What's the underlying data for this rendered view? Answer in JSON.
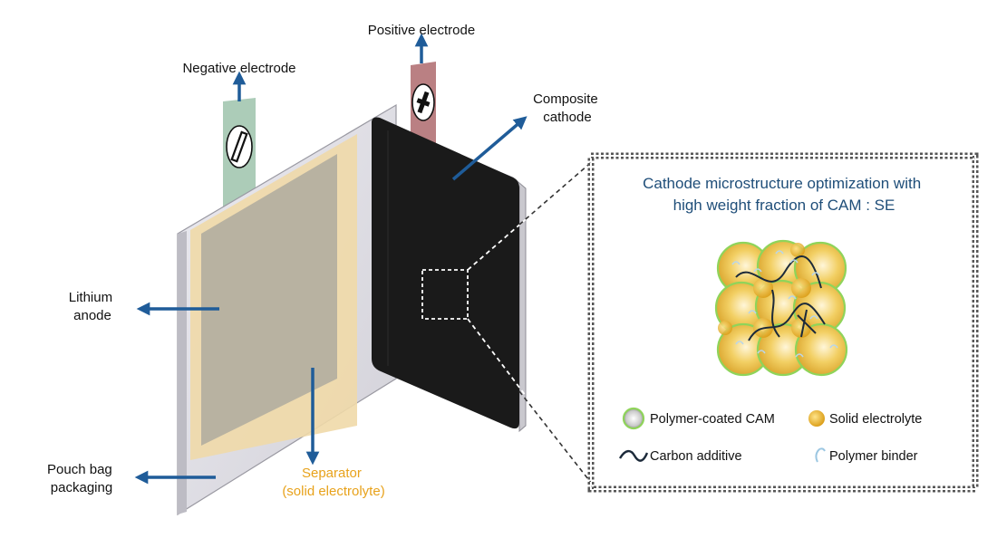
{
  "labels": {
    "negative_electrode": "Negative electrode",
    "positive_electrode": "Positive electrode",
    "composite_cathode": [
      "Composite",
      "cathode"
    ],
    "lithium_anode": [
      "Lithium",
      "anode"
    ],
    "pouch_bag": [
      "Pouch bag",
      "packaging"
    ],
    "separator": [
      "Separator",
      "(solid electrolyte)"
    ]
  },
  "terminal_symbols": {
    "negative": "minus",
    "positive": "plus"
  },
  "inset": {
    "title": [
      "Cathode microstructure optimization with",
      "high weight fraction of CAM : SE"
    ],
    "legend": [
      {
        "icon": "polymer-coated-cam-icon",
        "label": "Polymer-coated CAM"
      },
      {
        "icon": "solid-electrolyte-icon",
        "label": "Solid electrolyte"
      },
      {
        "icon": "carbon-additive-icon",
        "label": "Carbon additive"
      },
      {
        "icon": "polymer-binder-icon",
        "label": "Polymer binder"
      }
    ]
  },
  "colors": {
    "arrow": "#1f5c99",
    "title": "#1f4e79",
    "separator_label": "#e8a21b",
    "cathode": "#1a1a1a",
    "separator_film": "#e9c98a",
    "anode": "#a6a49c",
    "pouch": "#d9d8de",
    "negative_tab": "#a8c9b4",
    "positive_tab": "#b6797c",
    "cam_particle": "#e3b437",
    "cam_coating": "#8fd45a"
  }
}
